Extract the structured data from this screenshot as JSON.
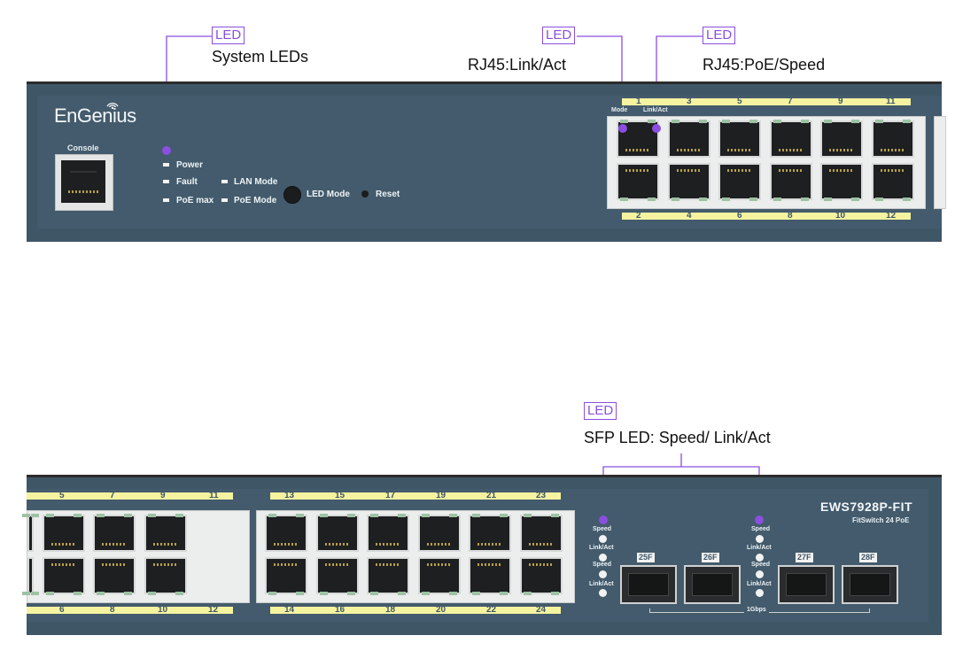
{
  "tags": {
    "led": "LED"
  },
  "callouts": {
    "system_leds": "System LEDs",
    "rj45_link_act": "RJ45:Link/Act",
    "rj45_poe_speed": "RJ45:PoE/Speed",
    "sfp_led": "SFP LED: Speed/ Link/Act"
  },
  "top_panel": {
    "brand": "EnGenius",
    "console": "Console",
    "leds": {
      "power": "Power",
      "fault": "Fault",
      "poe_max": "PoE max",
      "lan_mode": "LAN Mode",
      "poe_mode": "PoE Mode"
    },
    "led_mode_button": "LED Mode",
    "reset": "Reset",
    "mode_label": "Mode",
    "link_act_label": "Link/Act",
    "top_numbers": [
      "1",
      "3",
      "5",
      "7",
      "9",
      "11"
    ],
    "bottom_numbers": [
      "2",
      "4",
      "6",
      "8",
      "10",
      "12"
    ]
  },
  "bottom_panel": {
    "left_top_numbers": [
      "5",
      "7",
      "9",
      "11"
    ],
    "left_bottom_numbers": [
      "6",
      "8",
      "10",
      "12"
    ],
    "right_top_numbers": [
      "13",
      "15",
      "17",
      "19",
      "21",
      "23"
    ],
    "right_bottom_numbers": [
      "14",
      "16",
      "18",
      "20",
      "22",
      "24"
    ],
    "sfp_led_words": {
      "speed": "Speed",
      "link_act": "Link/Act"
    },
    "sfp_ports": [
      "25F",
      "26F",
      "27F",
      "28F"
    ],
    "sfp_speed": "1Gbps",
    "model": "EWS7928P-FIT",
    "model_sub": "FitSwitch 24 PoE"
  },
  "colors": {
    "accent": "#8a4fe0",
    "panel": "#3f5667",
    "number_strip": "#f5f3a0"
  }
}
